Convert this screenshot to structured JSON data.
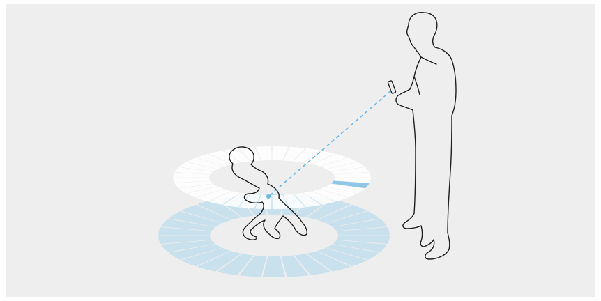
{
  "scene": {
    "background_color": "#eeeeee",
    "outline_color": "#1e1e1e",
    "beam_color": "#69b8e6",
    "ring_upper": {
      "fill_color": "#ffffff",
      "highlight_color": "#7fbfe6",
      "segment_count": 36
    },
    "ring_lower": {
      "fill_color": "#c6dfeb",
      "segment_count": 30
    },
    "subjects": [
      {
        "name": "person-silhouette",
        "holds": "remote-control"
      },
      {
        "name": "child-silhouette"
      }
    ]
  }
}
